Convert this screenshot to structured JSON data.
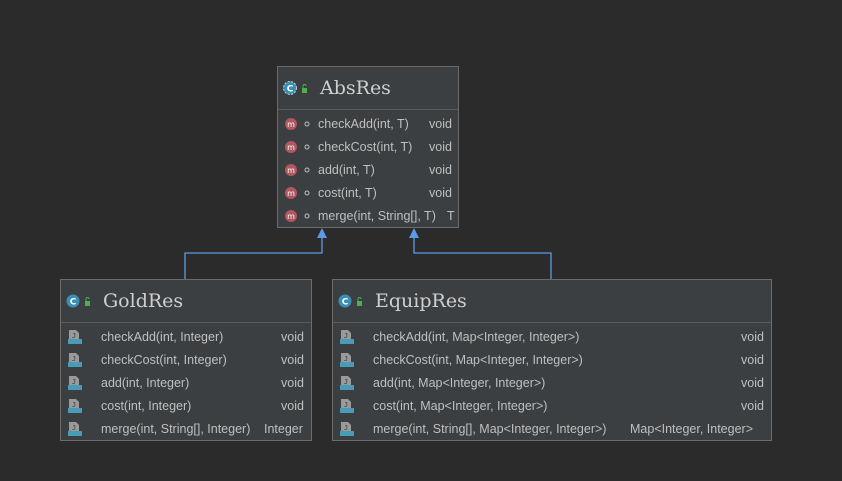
{
  "classes": {
    "absres": {
      "name": "AbsRes",
      "methods": [
        {
          "sig": "checkAdd(int, T)",
          "ret": "void"
        },
        {
          "sig": "checkCost(int, T)",
          "ret": "void"
        },
        {
          "sig": "add(int, T)",
          "ret": "void"
        },
        {
          "sig": "cost(int, T)",
          "ret": "void"
        },
        {
          "sig": "merge(int, String[], T)",
          "ret": "T"
        }
      ]
    },
    "goldres": {
      "name": "GoldRes",
      "methods": [
        {
          "sig": "checkAdd(int, Integer)",
          "ret": "void"
        },
        {
          "sig": "checkCost(int, Integer)",
          "ret": "void"
        },
        {
          "sig": "add(int, Integer)",
          "ret": "void"
        },
        {
          "sig": "cost(int, Integer)",
          "ret": "void"
        },
        {
          "sig": "merge(int, String[], Integer)",
          "ret": "Integer"
        }
      ]
    },
    "equipres": {
      "name": "EquipRes",
      "methods": [
        {
          "sig": "checkAdd(int, Map<Integer, Integer>)",
          "ret": "void"
        },
        {
          "sig": "checkCost(int, Map<Integer, Integer>)",
          "ret": "void"
        },
        {
          "sig": "add(int, Map<Integer, Integer>)",
          "ret": "void"
        },
        {
          "sig": "cost(int, Map<Integer, Integer>)",
          "ret": "void"
        },
        {
          "sig": "merge(int, String[], Map<Integer, Integer>)",
          "ret": "Map<Integer, Integer>"
        }
      ]
    }
  },
  "icons": {
    "abstract_class": "abstract-class-icon",
    "class": "class-icon",
    "method": "method-icon",
    "override": "override-method-icon",
    "public": "public-lock-icon"
  },
  "colors": {
    "background": "#2b2b2b",
    "node_fill": "#3c3f41",
    "inheritance_arrow": "#5c9ae6",
    "class_icon": "#3a8fb7",
    "method_icon": "#b0575f",
    "override_icon": "#4a9bb8"
  }
}
